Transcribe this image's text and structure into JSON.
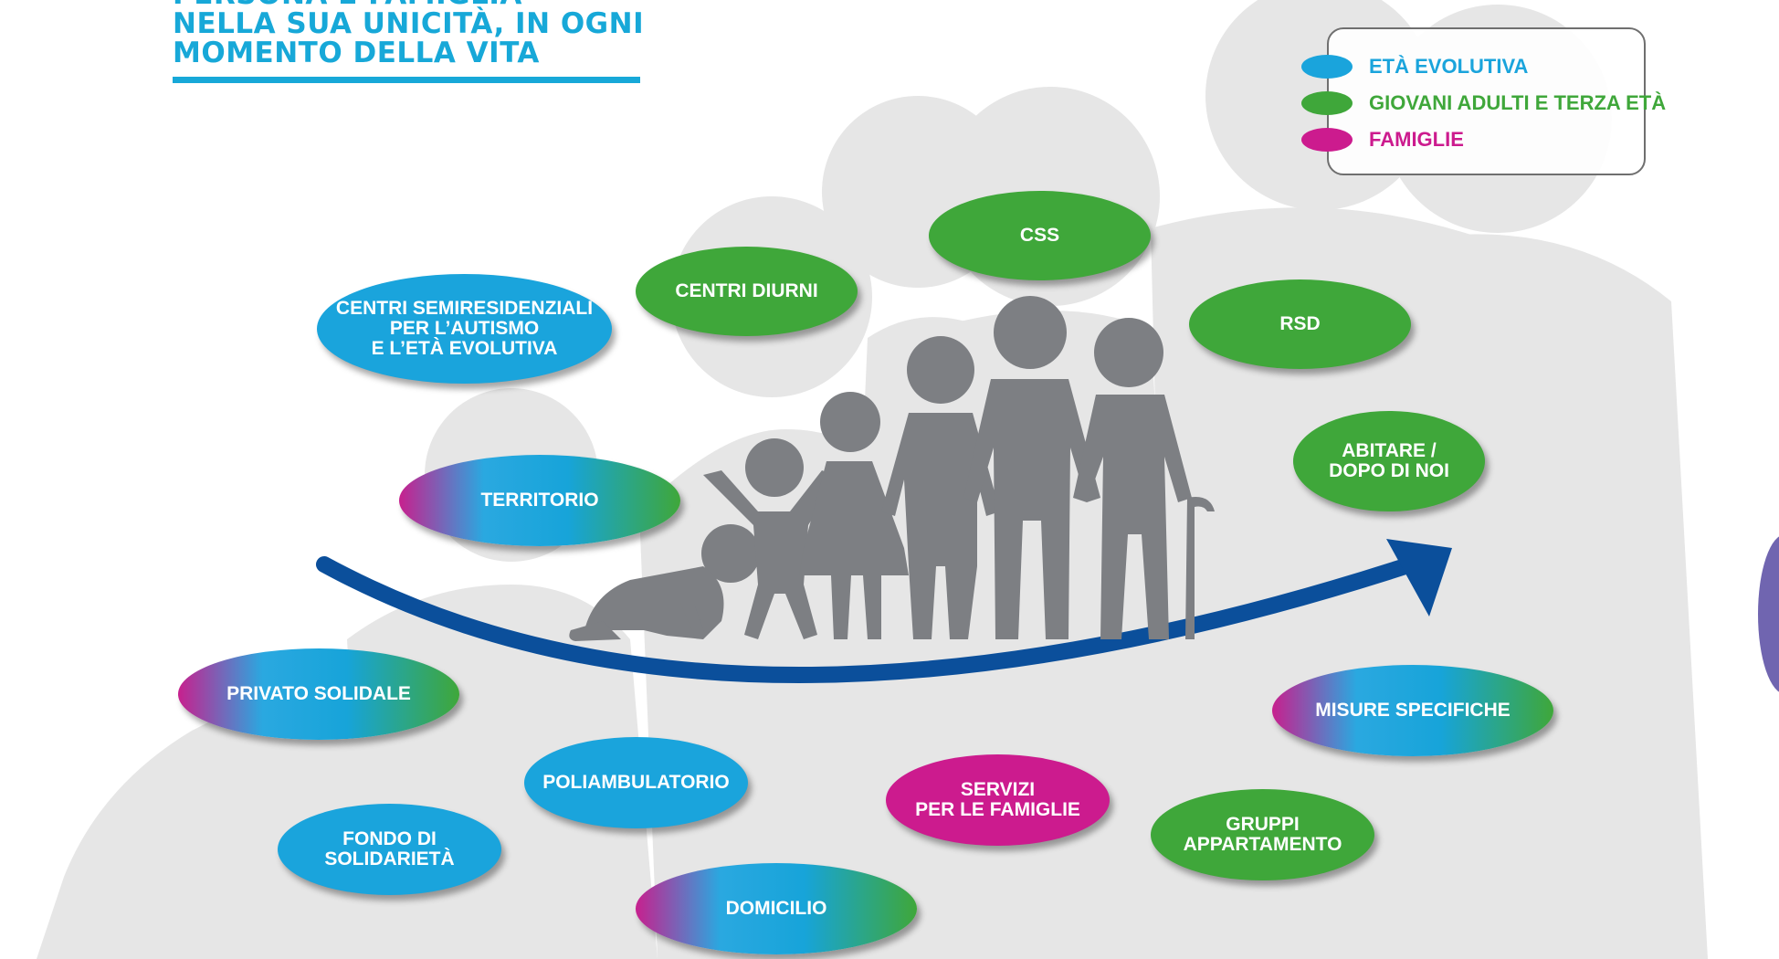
{
  "title": {
    "line1": "PERSONA E FAMIGLIA",
    "line2": "NELLA SUA UNICITÀ, IN OGNI",
    "line3": "MOMENTO DELLA VITA"
  },
  "legend": [
    {
      "label": "ETÀ EVOLUTIVA",
      "color": "#1aa4dc"
    },
    {
      "label": "GIOVANI ADULTI E TERZA ETÀ",
      "color": "#3fa73a"
    },
    {
      "label": "FAMIGLIE",
      "color": "#cc1b8e"
    }
  ],
  "bubbles": {
    "centri_semiresidenziali": "CENTRI SEMIRESIDENZIALI\nPER L’AUTISMO\nE L’ETÀ EVOLUTIVA",
    "centri_diurni": "CENTRI DIURNI",
    "css": "CSS",
    "rsd": "RSD",
    "abitare": "ABITARE /\nDOPO DI NOI",
    "territorio": "TERRITORIO",
    "privato_solidale": "PRIVATO SOLIDALE",
    "poliambulatorio": "POLIAMBULATORIO",
    "fondo_solidarieta": "FONDO DI\nSOLIDARIETÀ",
    "domicilio": "DOMICILIO",
    "servizi_famiglie": "SERVIZI\nPER LE FAMIGLIE",
    "gruppi_appartamento": "GRUPPI\nAPPARTAMENTO",
    "misure_specifiche": "MISURE SPECIFICHE"
  },
  "colors": {
    "age_evolutive": "#1aa4dc",
    "young_adults_elderly": "#3fa73a",
    "families": "#cc1b8e",
    "title": "#17a8d8",
    "arrow": "#0b4f9b",
    "figures": "#7d7f83",
    "background_figures": "#e6e6e6"
  },
  "icons": [
    "family-lifecycle-icon",
    "life-arrow-icon"
  ]
}
